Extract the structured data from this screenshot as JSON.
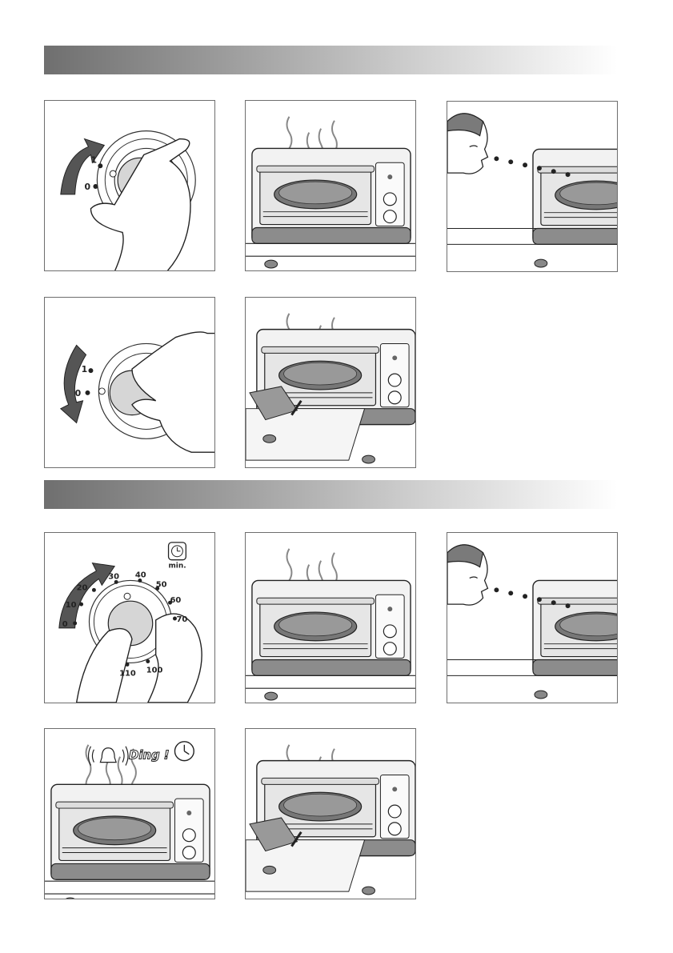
{
  "sections": [
    {
      "name": "manual-mode"
    },
    {
      "name": "timer-mode"
    }
  ],
  "panel1": {
    "label_on": "1",
    "label_off": "0"
  },
  "panel4": {
    "label_on": "1",
    "label_off": "0"
  },
  "panel7": {
    "timer_unit": "min.",
    "ticks": [
      "0",
      "10",
      "20",
      "30",
      "40",
      "50",
      "60",
      "70",
      "100",
      "110"
    ]
  },
  "panel10": {
    "ding": "Ding !"
  },
  "colors": {
    "bar_dark": "#6f6f6f",
    "bar_light": "#ffffff",
    "line": "#222222",
    "knob": "#d6d6d6"
  }
}
